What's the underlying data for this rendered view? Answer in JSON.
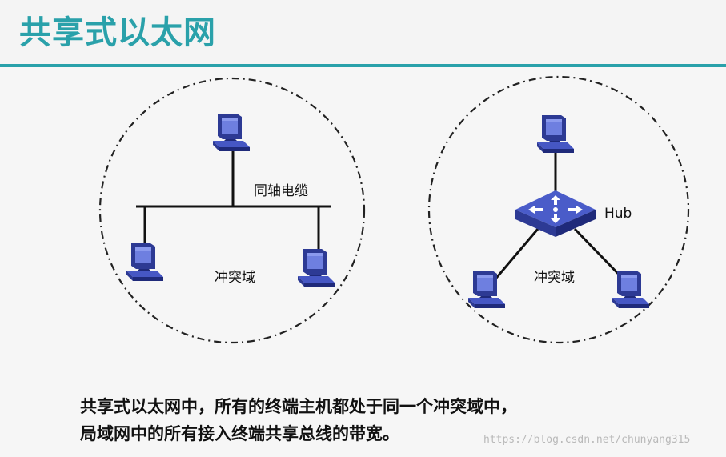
{
  "header": {
    "title": "共享式以太网"
  },
  "left_network": {
    "cable_label": "同轴电缆",
    "domain_label": "冲突域"
  },
  "right_network": {
    "hub_label": "Hub",
    "domain_label": "冲突域"
  },
  "caption": {
    "line1": "共享式以太网中，所有的终端主机都处于同一个冲突域中，",
    "line2": "局域网中的所有接入终端共享总线的带宽。"
  },
  "watermark": "https://blog.csdn.net/chunyang315",
  "colors": {
    "accent": "#2aa1aa",
    "device_blue": "#3e4fb8",
    "device_dark": "#1f2a7a"
  },
  "icons": [
    "computer-icon",
    "hub-icon"
  ]
}
